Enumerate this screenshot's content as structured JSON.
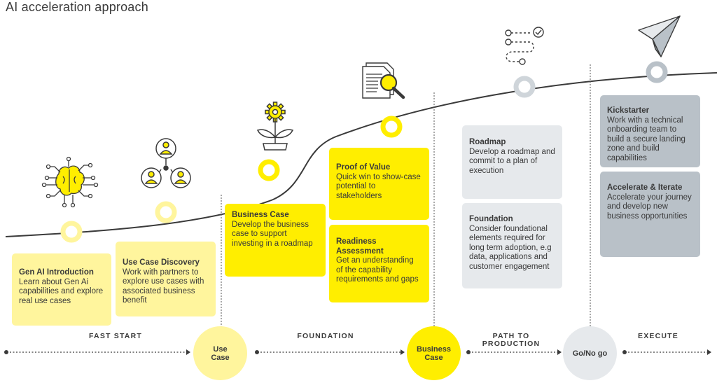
{
  "title": "AI acceleration approach",
  "colors": {
    "pale_yellow": "#fff59d",
    "yellow": "#ffee00",
    "light_grey": "#e6e9ec",
    "dark_grey": "#b9c1c8",
    "text": "#3a3a3a"
  },
  "cards": {
    "gen_ai": {
      "title": "Gen AI Introduction",
      "body": "Learn about Gen Ai capabilities and explore real use cases"
    },
    "use_case_discovery": {
      "title": "Use Case Discovery",
      "body": "Work with partners to explore use cases with associated business benefit"
    },
    "business_case": {
      "title": "Business Case",
      "body": "Develop the business case to support investing in a roadmap"
    },
    "proof_of_value": {
      "title": "Proof of Value",
      "body": "Quick win to show-case potential to stakeholders"
    },
    "readiness": {
      "title": "Readiness Assessment",
      "body": "Get an understanding of the capability requirements and gaps"
    },
    "roadmap": {
      "title": "Roadmap",
      "body": "Develop a roadmap and commit to a plan of execution"
    },
    "foundation": {
      "title": "Foundation",
      "body": "Consider foundational elements required for long term adoption, e.g data, applications and customer engagement"
    },
    "kickstarter": {
      "title": "Kickstarter",
      "body": "Work with a technical onboarding team to build a secure landing zone and build capabilities"
    },
    "accelerate": {
      "title": "Accelerate & Iterate",
      "body": "Accelerate your journey and develop new business opportunities"
    }
  },
  "phases": {
    "fast_start": "FAST START",
    "foundation": "FOUNDATION",
    "path_line1": "PATH TO",
    "path_line2": "PRODUCTION",
    "execute": "EXECUTE"
  },
  "gates": {
    "use_case_line1": "Use",
    "use_case_line2": "Case",
    "business_case_line1": "Business",
    "business_case_line2": "Case",
    "go_no_go": "Go/No go"
  },
  "icons": [
    "brain-circuit-icon",
    "people-network-icon",
    "gear-plant-icon",
    "document-magnifier-icon",
    "route-checklist-icon",
    "paper-plane-icon"
  ]
}
